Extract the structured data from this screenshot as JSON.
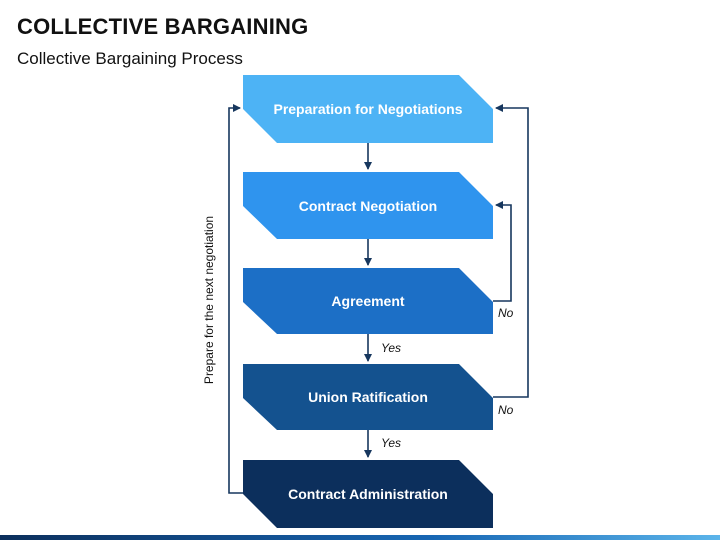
{
  "header": {
    "title": "COLLECTIVE BARGAINING",
    "subtitle": "Collective Bargaining Process"
  },
  "flow": {
    "steps": [
      {
        "label": "Preparation for Negotiations",
        "color": "#4db3f5"
      },
      {
        "label": "Contract Negotiation",
        "color": "#2f94ee"
      },
      {
        "label": "Agreement",
        "color": "#1c6fc6"
      },
      {
        "label": "Union Ratification",
        "color": "#14528f"
      },
      {
        "label": "Contract Administration",
        "color": "#0c2f5c"
      }
    ],
    "edge_labels": {
      "agreement_yes": "Yes",
      "agreement_no": "No",
      "ratification_yes": "Yes",
      "ratification_no": "No"
    },
    "side_label": "Prepare for the next negotiation",
    "line_color": "#17375e"
  }
}
